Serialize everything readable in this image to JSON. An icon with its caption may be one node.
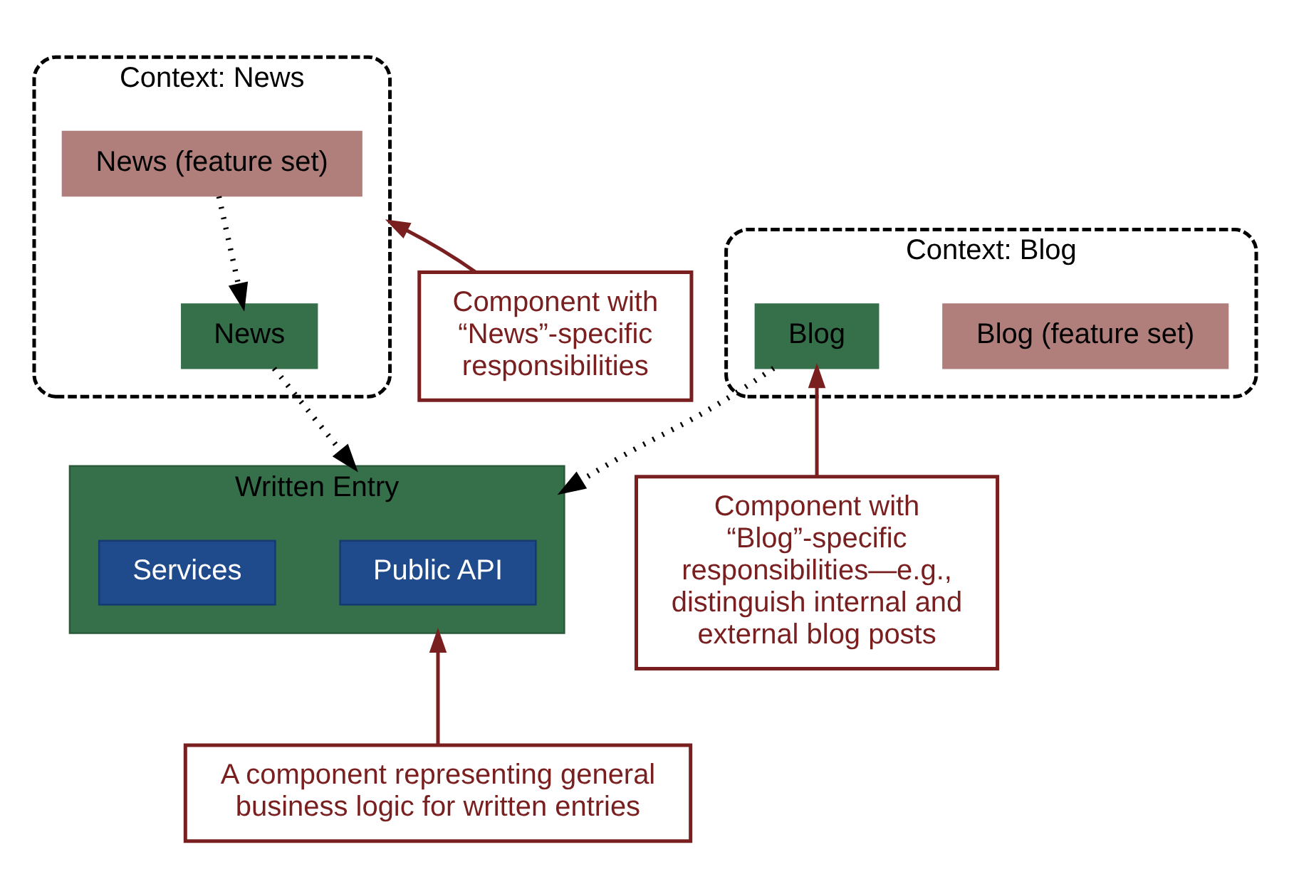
{
  "diagram": {
    "nodes": [
      {
        "text": [
          "Context: News"
        ]
      },
      {
        "text": [
          "News (feature set)"
        ],
        "in": 0
      },
      {
        "text": [
          "News"
        ],
        "in": 0
      },
      {
        "text": [
          "Context: Blog"
        ]
      },
      {
        "text": [
          "Blog (feature set)"
        ],
        "in": 3
      },
      {
        "text": [
          "Blog"
        ],
        "in": 3
      },
      {
        "text": [
          "Written Entry"
        ]
      },
      {
        "text": [
          "Public API"
        ],
        "in": 6
      },
      {
        "text": [
          "Services"
        ],
        "in": 6
      },
      {
        "text": [
          "Component with “News”-specific responsibilities"
        ]
      },
      {
        "text": [
          "Component with “Blog”-specific responsibilities—e.g., distinguish internal and external blog posts"
        ]
      },
      {
        "text": [
          "A component representing general business logic for written entries"
        ]
      }
    ],
    "edges": [
      {
        "from": 1,
        "to": 2,
        "arrow": "to",
        "style": "dashed"
      },
      {
        "from": 2,
        "to": 6,
        "arrow": "to",
        "style": "dashed"
      },
      {
        "from": 5,
        "to": 6,
        "arrow": "to",
        "style": "dashed"
      },
      {
        "from": 9,
        "to": 0,
        "arrow": "to",
        "color": "#7a1f1f"
      },
      {
        "from": 10,
        "to": 5,
        "arrow": "to",
        "color": "#7a1f1f"
      },
      {
        "from": 11,
        "to": 6,
        "arrow": "to",
        "color": "#7a1f1f"
      }
    ]
  }
}
